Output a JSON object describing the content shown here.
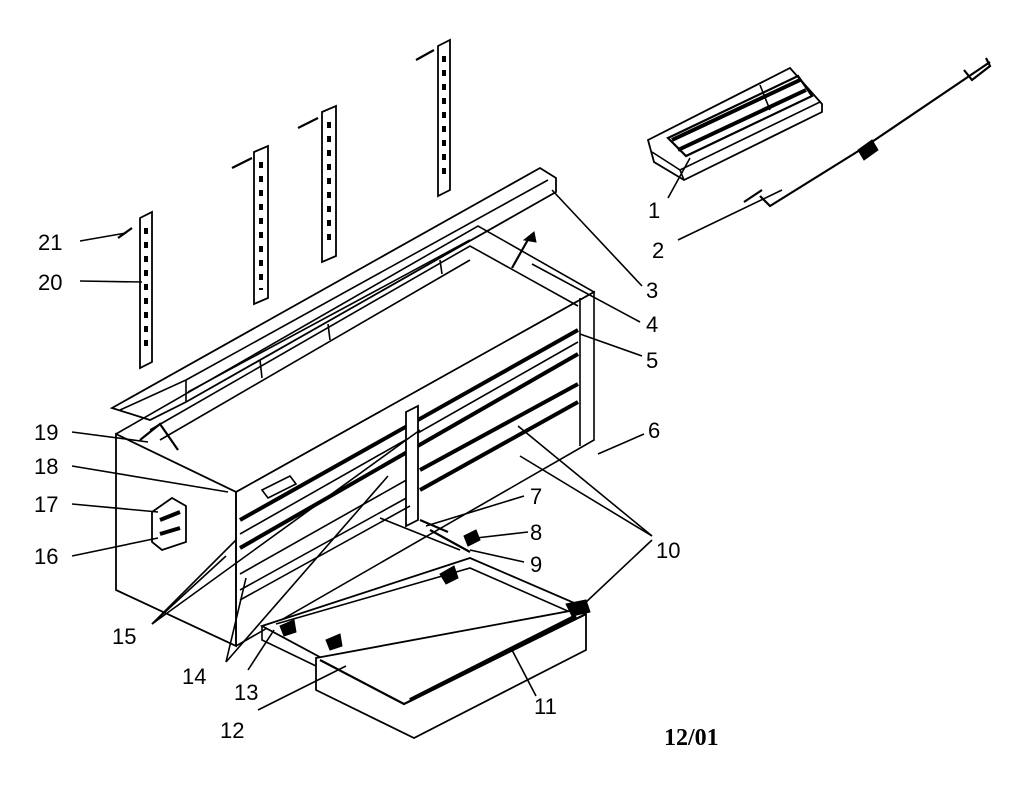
{
  "diagram": {
    "date_code": "12/01",
    "callouts": [
      "1",
      "2",
      "3",
      "4",
      "5",
      "6",
      "7",
      "8",
      "9",
      "10",
      "11",
      "12",
      "13",
      "14",
      "15",
      "16",
      "17",
      "18",
      "19",
      "20",
      "21"
    ]
  }
}
